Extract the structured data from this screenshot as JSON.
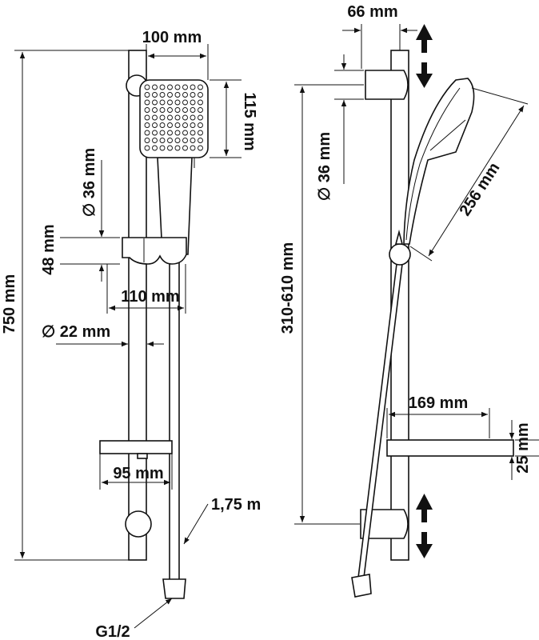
{
  "dimensions": {
    "front_head_width": "100 mm",
    "front_head_height": "115 mm",
    "front_holder_diameter": "∅ 36 mm",
    "front_holder_height": "48 mm",
    "front_holder_width": "110 mm",
    "front_rail_diameter": "∅ 22 mm",
    "front_total_height": "750 mm",
    "front_shelf_width": "95 mm",
    "hose_length": "1,75 m",
    "connection_thread": "G1/2",
    "side_bracket_offset": "66 mm",
    "side_bracket_diameter": "∅ 36 mm",
    "side_wall_spacing": "310-610 mm",
    "side_handshower_length": "256 mm",
    "side_shelf_depth": "169 mm",
    "side_shelf_height": "25 mm"
  },
  "adjustment_arrows": [
    "double-headed-vertical-arrow-top",
    "double-headed-vertical-arrow-bottom"
  ]
}
